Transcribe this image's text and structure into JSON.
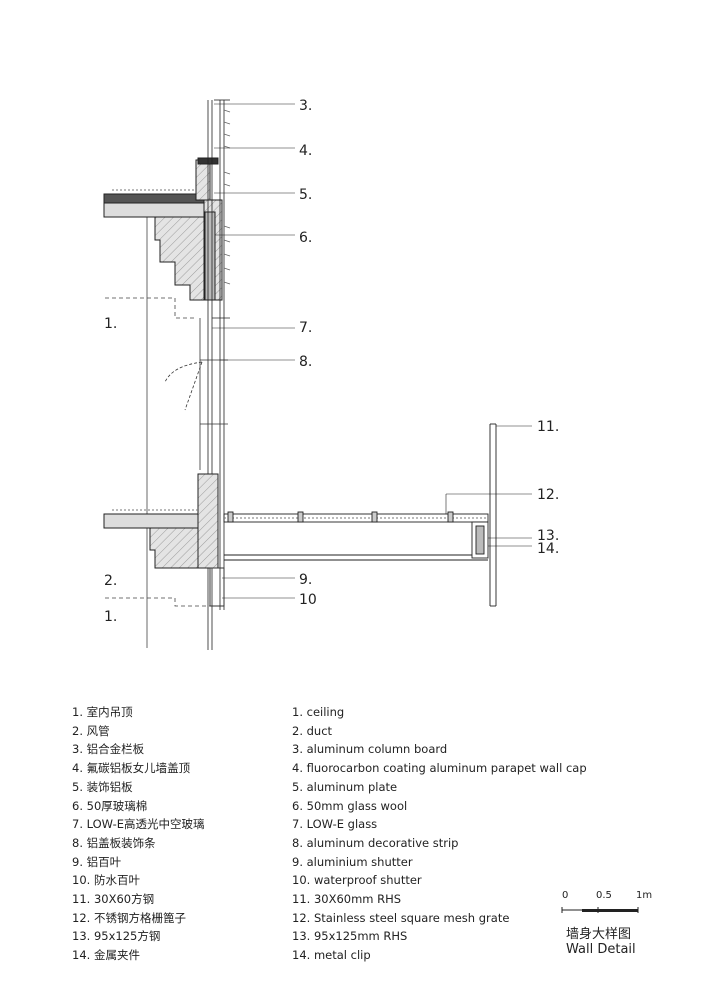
{
  "callouts": [
    "3.",
    "4.",
    "5.",
    "6.",
    "1.",
    "7.",
    "8.",
    "11.",
    "12.",
    "13.",
    "14.",
    "2.",
    "9.",
    "10",
    "1."
  ],
  "legend_cn": [
    "1. 室内吊顶",
    "2. 风管",
    "3. 铝合金栏板",
    "4. 氟碳铝板女儿墙盖顶",
    "5. 装饰铝板",
    "6. 50厚玻璃棉",
    "7. LOW-E高透光中空玻璃",
    "8. 铝盖板装饰条",
    "9. 铝百叶",
    "10. 防水百叶",
    "11. 30X60方钢",
    "12. 不锈钢方格栅篦子",
    "13. 95x125方钢",
    "14. 金属夹件"
  ],
  "legend_en": [
    "1. ceiling",
    "2. duct",
    "3. aluminum column board",
    "4. fluorocarbon coating aluminum parapet wall cap",
    "5. aluminum plate",
    "6. 50mm glass wool",
    "7. LOW-E glass",
    "8. aluminum decorative strip",
    "9. aluminium shutter",
    "10. waterproof shutter",
    "11. 30X60mm  RHS",
    "12. Stainless steel square mesh grate",
    "13. 95x125mm RHS",
    "14. metal clip"
  ],
  "scale": {
    "tick0": "0",
    "tick1": "0.5",
    "tick2": "1m",
    "title_cn": "墙身大样图",
    "title_en": "Wall Detail"
  }
}
